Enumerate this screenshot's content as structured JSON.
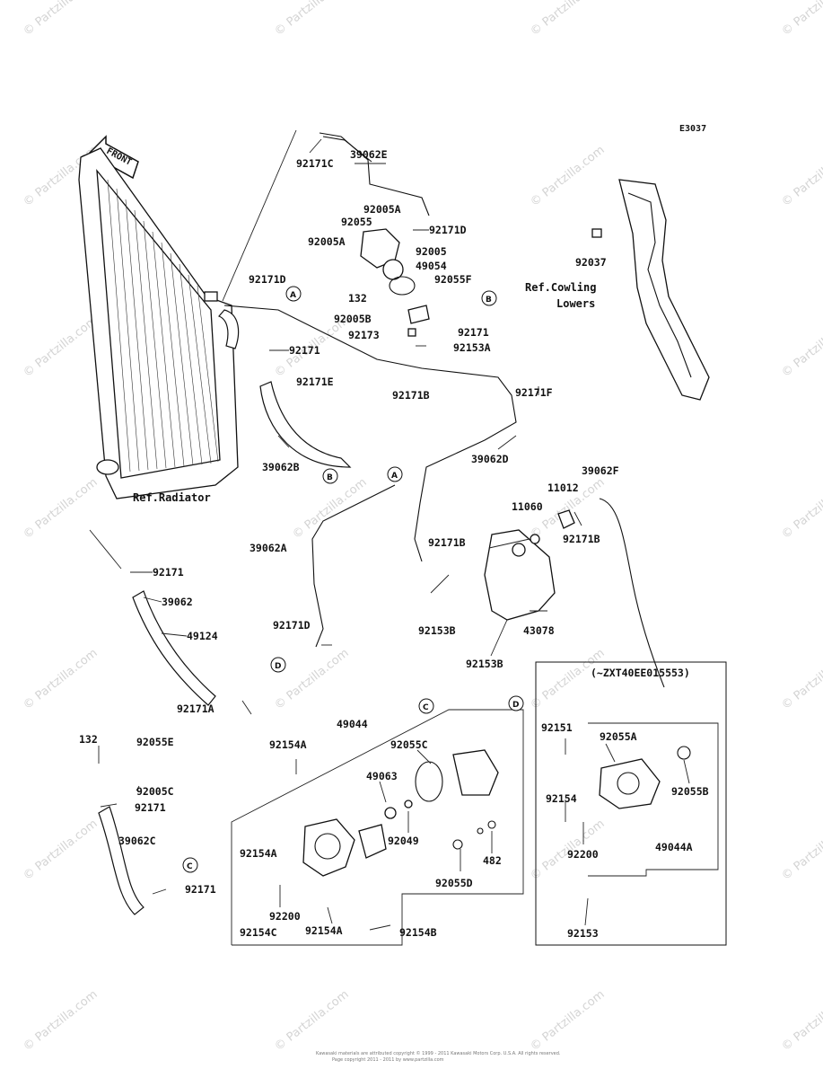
{
  "diagram_code": "E3037",
  "front_label": "FRONT",
  "watermark": "© Partzilla.com",
  "inset_label": "(~ZXT40EE015553)",
  "footer_line1": "Kawasaki materials are attributed copyright © 1999 - 2011 Kawasaki Motors Corp. U.S.A. All rights reserved.",
  "footer_line2": "Page copyright 2011 - 2011 by www.partzilla.com",
  "refs": {
    "radiator": "Ref.Radiator",
    "cowling_1": "Ref.Cowling",
    "cowling_2": "Lowers"
  },
  "connectors": [
    "A",
    "B",
    "C",
    "D"
  ],
  "labels": [
    "92171C",
    "39062E",
    "92005A",
    "92055",
    "92171D",
    "92005A",
    "92005",
    "49054",
    "92171D",
    "132",
    "92055F",
    "92005B",
    "92171",
    "92173",
    "92153A",
    "92171",
    "92171E",
    "92171B",
    "92171F",
    "39062B",
    "39062D",
    "39062F",
    "11012",
    "11060",
    "92171B",
    "39062A",
    "92171B",
    "92153B",
    "43078",
    "92153B",
    "92171D",
    "92171",
    "39062",
    "49124",
    "92171A",
    "49044",
    "92154A",
    "92055C",
    "49063",
    "92049",
    "482",
    "92055D",
    "132",
    "92055E",
    "92005C",
    "92171",
    "39062C",
    "92171",
    "92154A",
    "92200",
    "92154C",
    "92154A",
    "92154B",
    "92151",
    "92055A",
    "92055B",
    "92154",
    "92200",
    "49044A",
    "92153",
    "92037"
  ]
}
